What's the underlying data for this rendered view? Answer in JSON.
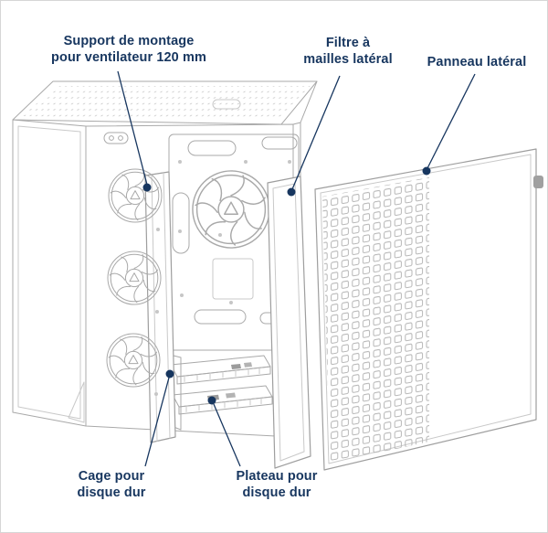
{
  "diagram": {
    "background": "#ffffff",
    "border_color": "#d6d6d6",
    "line_art_color": "#a9a9a9",
    "callout_color": "#17365f",
    "callouts": {
      "fan_bracket": {
        "line1": "Support de montage",
        "line2": "pour ventilateur 120 mm"
      },
      "mesh_filter": {
        "line1": "Filtre à",
        "line2": "mailles latéral"
      },
      "side_panel": {
        "line1": "Panneau latéral"
      },
      "hdd_cage": {
        "line1": "Cage pour",
        "line2": "disque dur"
      },
      "hdd_tray": {
        "line1": "Plateau pour",
        "line2": "disque dur"
      }
    }
  }
}
